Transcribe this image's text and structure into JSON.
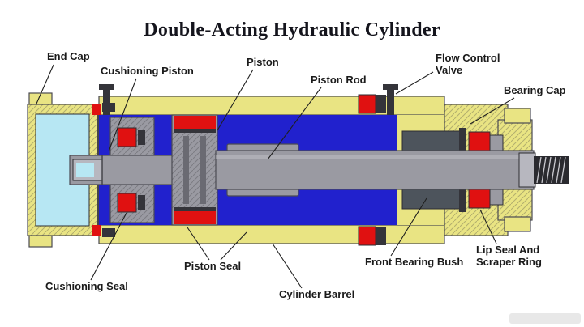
{
  "title": "Double-Acting Hydraulic Cylinder",
  "labels": {
    "end_cap": "End Cap",
    "cushioning_piston": "Cushioning Piston",
    "piston": "Piston",
    "piston_rod": "Piston Rod",
    "flow_control_valve": "Flow Control Valve",
    "bearing_cap": "Bearing Cap",
    "cushioning_seal": "Cushioning Seal",
    "piston_seal": "Piston Seal",
    "cylinder_barrel": "Cylinder Barrel",
    "front_bearing_bush": "Front Bearing Bush",
    "lip_seal_scraper_ring": "Lip Seal And Scraper Ring"
  },
  "colors": {
    "background": "#ffffff",
    "body_yellow": "#e9e483",
    "chamber_blue": "#2121cd",
    "endcap_cyan": "#b7e7f3",
    "metal_gray": "#9a9aa2",
    "metal_gray_light": "#b7b7bf",
    "metal_dark": "#4d545c",
    "seal_red": "#e01111",
    "outline": "#4a4a52",
    "label_text": "#1b1b1b",
    "title_text": "#14141c"
  }
}
